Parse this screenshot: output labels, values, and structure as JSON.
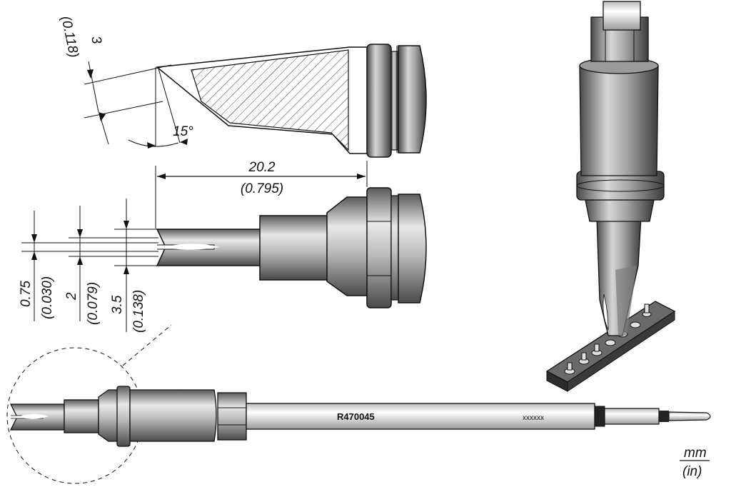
{
  "dimensions": {
    "thickness": {
      "mm": "3",
      "in": "(0.118)"
    },
    "angle": "15°",
    "length": {
      "mm": "20.2",
      "in": "(0.795)"
    },
    "slot": {
      "mm": "0.75",
      "in": "(0.030)"
    },
    "width_inner": {
      "mm": "2",
      "in": "(0.079)"
    },
    "width_outer": {
      "mm": "3.5",
      "in": "(0.138)"
    }
  },
  "part_number": "R470045",
  "serial_mark": "xxxxxx",
  "units": {
    "metric": "mm",
    "imperial": "(in)"
  },
  "colors": {
    "metal_light": "#e6e6e6",
    "metal_mid": "#9a9a9a",
    "metal_dark": "#555555",
    "line": "#111111"
  }
}
